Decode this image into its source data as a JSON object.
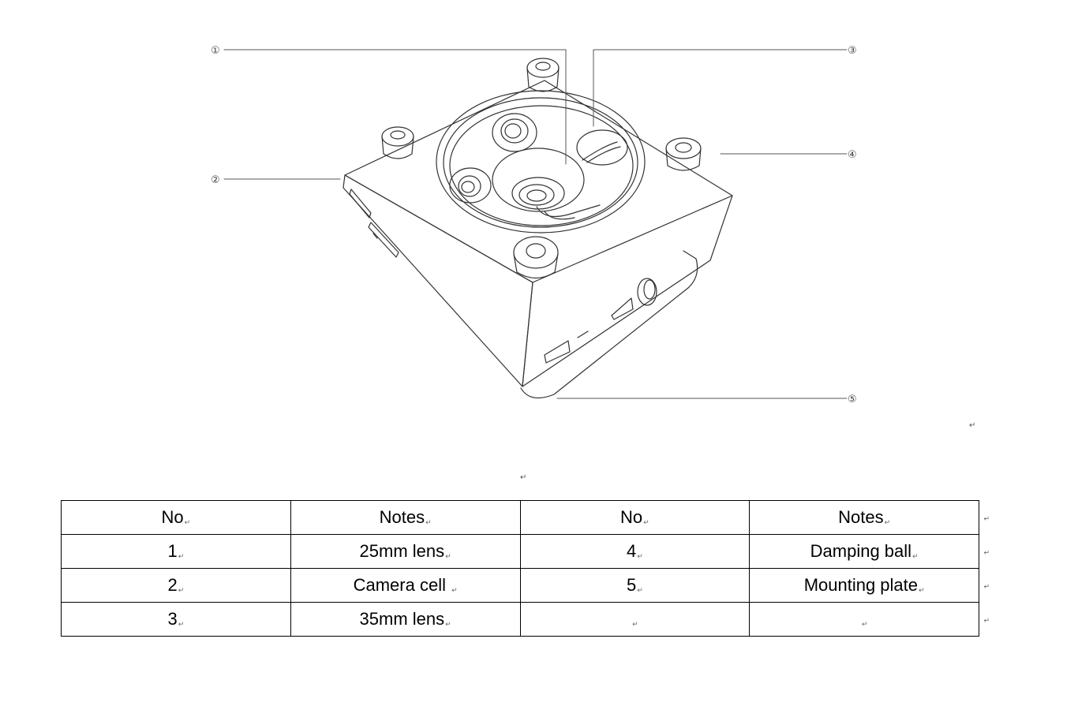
{
  "diagram": {
    "callouts": [
      "①",
      "②",
      "③",
      "④",
      "⑤"
    ]
  },
  "paragraph_mark": "↵",
  "table": {
    "headers": [
      "No",
      "Notes",
      "No",
      "Notes"
    ],
    "rows": [
      [
        "1",
        "25mm lens",
        "4",
        "Damping ball"
      ],
      [
        "2",
        "Camera cell",
        "5",
        "Mounting plate"
      ],
      [
        "3",
        "35mm lens",
        "",
        ""
      ]
    ]
  }
}
